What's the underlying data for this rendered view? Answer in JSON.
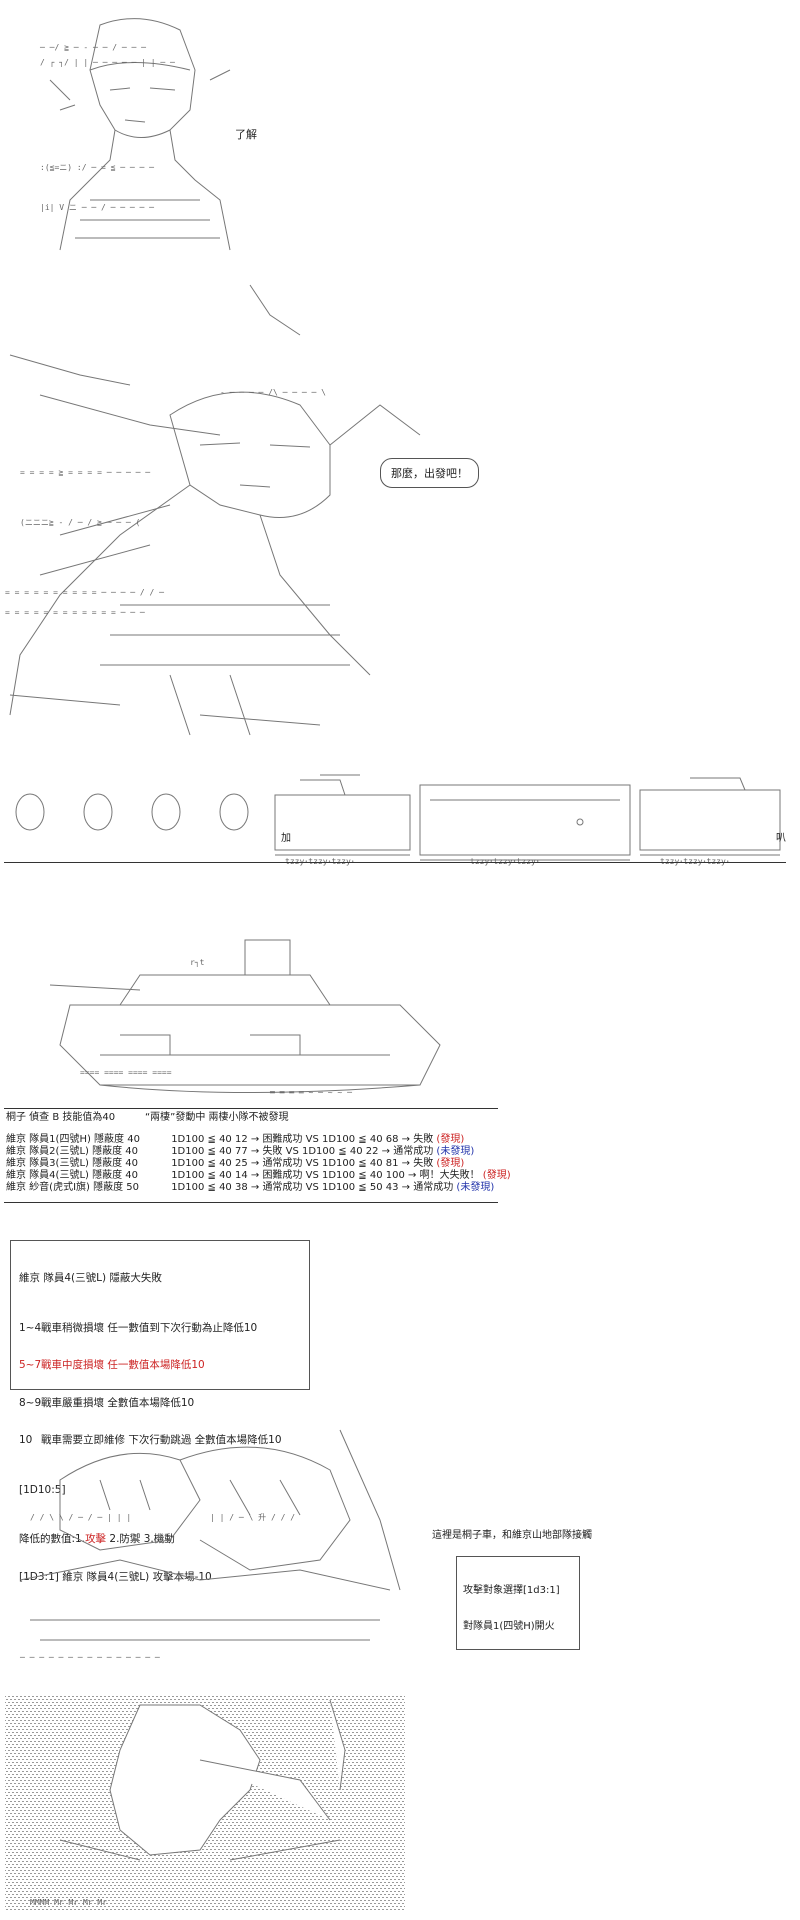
{
  "panel1": {
    "speech": "了解"
  },
  "panel2": {
    "speech": "那麼，出發吧！"
  },
  "panel3": {
    "tank_sfx_left": "加",
    "tank_sfx_right": "叭"
  },
  "status": {
    "header_left": "桐子 偵查 B 技能值為40",
    "header_right": "“兩棲”發動中 兩棲小隊不被發現",
    "rows": [
      {
        "name": "維京 隊員1(四號H) 隱蔽度 40",
        "roll": "1D100 ≦ 40  12 → 困難成功 VS 1D100 ≦ 40  68 → 失敗",
        "result": "(發現)",
        "color": "#cc2222"
      },
      {
        "name": "維京 隊員2(三號L) 隱蔽度 40",
        "roll": "1D100 ≦ 40  77 → 失敗 VS 1D100 ≦ 40  22 → 通常成功",
        "result": "(未發現)",
        "color": "#2233aa"
      },
      {
        "name": "維京 隊員3(三號L) 隱蔽度 40",
        "roll": "1D100 ≦ 40  25 → 通常成功 VS 1D100 ≦ 40  81 → 失敗",
        "result": "(發現)",
        "color": "#cc2222"
      },
      {
        "name": "維京 隊員4(三號L) 隱蔽度 40",
        "roll": "1D100 ≦ 40  14 → 困難成功 VS 1D100 ≦ 40  100 → 啊！大失敗！",
        "result": "(發現)",
        "color": "#cc2222"
      },
      {
        "name": "維京 紗音(虎式I旗) 隱蔽度 50",
        "roll": "1D100 ≦ 40  38 → 通常成功 VS 1D100 ≦ 50  43 → 通常成功",
        "result": "(未發現)",
        "color": "#2233aa"
      }
    ]
  },
  "fail_box": {
    "title": "維京 隊員4(三號L) 隱蔽大失敗",
    "lines": [
      {
        "k": "1~4",
        "t": "戰車稍微損壞 任一數值到下次行動為止降低10",
        "color": "#222"
      },
      {
        "k": "5~7",
        "t": "戰車中度損壞 任一數值本場降低10",
        "color": "#cc2222"
      },
      {
        "k": "8~9",
        "t": "戰車嚴重損壞 全數值本場降低10",
        "color": "#222"
      },
      {
        "k": "10",
        "t": "戰車需要立即維修 下次行動跳過 全數值本場降低10",
        "color": "#222"
      }
    ],
    "roll": "[1D10:5]",
    "lower_prefix": "降低的數值:1.",
    "lower_attack": "攻擊",
    "lower_rest": " 2.防禦 3.機動",
    "result": "[1D3:1] 維京 隊員4(三號L) 攻擊本場-10"
  },
  "panel5": {
    "narration": "這裡是桐子車，和維京山地部隊接觸",
    "box_line1": "攻擊對象選擇[1d3:1]",
    "box_line2": "對隊員1(四號H)開火"
  }
}
